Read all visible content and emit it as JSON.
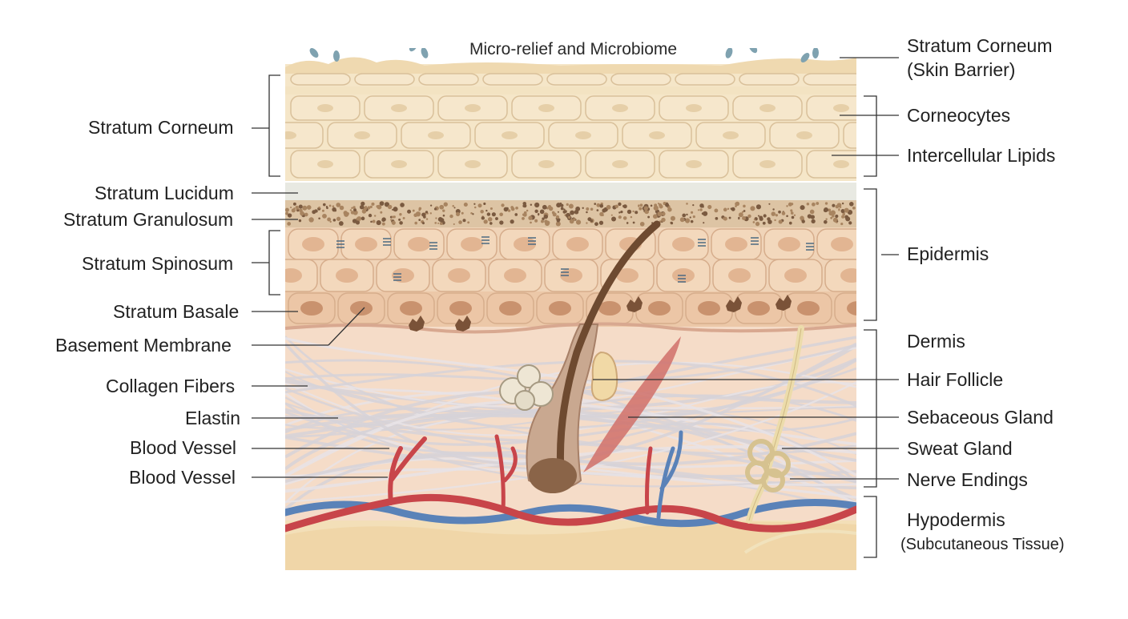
{
  "title": "Micro-relief and Microbiome",
  "labels_left": {
    "stratum_corneum": "Stratum Corneum",
    "stratum_lucidum": "Stratum Lucidum",
    "stratum_granulosum": "Stratum Granulosum",
    "stratum_spinosum": "Stratum Spinosum",
    "stratum_basale": "Stratum Basale",
    "basement_membrane": "Basement Membrane",
    "collagen_fibers": "Collagen Fibers",
    "elastin": "Elastin",
    "blood_vessel_1": "Blood Vessel",
    "blood_vessel_2": "Blood Vessel"
  },
  "labels_right": {
    "stratum_corneum_barrier_line1": "Stratum Corneum",
    "stratum_corneum_barrier_line2": "(Skin Barrier)",
    "corneocytes": "Corneocytes",
    "intercellular_lipids": "Intercellular Lipids",
    "epidermis": "Epidermis",
    "dermis": "Dermis",
    "hair_follicle": "Hair Follicle",
    "sebaceous_gland": "Sebaceous Gland",
    "sweat_gland": "Sweat Gland",
    "nerve_endings": "Nerve Endings",
    "hypodermis_line1": "Hypodermis",
    "hypodermis_line2": "(Subcutaneous Tissue)"
  },
  "colors": {
    "corneum": "#f5e6c8",
    "lucidum": "#e8e9e2",
    "granulosum": "#ddc4a4",
    "spinosum": "#f0d4b8",
    "basale": "#e7c0a2",
    "dermis": "#f5dcc8",
    "hypodermis": "#f3dfb8",
    "artery": "#c8454a",
    "vein": "#5a82b8",
    "hair": "#7a5238",
    "muscle": "#d0706a",
    "gland": "#ecdcab",
    "line": "#333333",
    "microbe": "#7fa2b0"
  }
}
